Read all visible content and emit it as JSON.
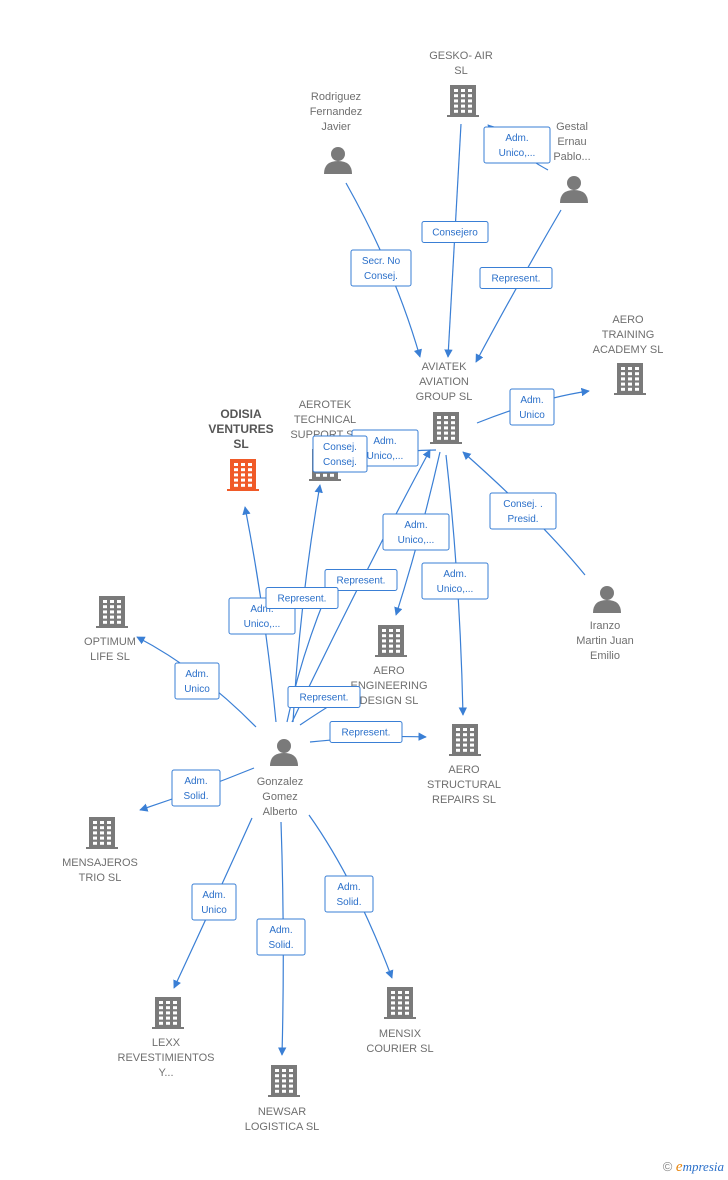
{
  "colors": {
    "edge": "#3a7fd5",
    "edge_text": "#2a6fc9",
    "node": "#7a7a7a",
    "focus_node": "#f05a28",
    "label": "#6f6f6f"
  },
  "nodes": [
    {
      "id": "odisia",
      "type": "company",
      "focus": true,
      "lines": [
        "ODISIA",
        "VENTURES",
        "SL"
      ]
    },
    {
      "id": "aerotek",
      "type": "company",
      "lines": [
        "AEROTEK",
        "TECHNICAL",
        "SUPPORT SL"
      ]
    },
    {
      "id": "gesko",
      "type": "company",
      "lines": [
        "GESKO- AIR",
        "SL"
      ]
    },
    {
      "id": "rodriguez",
      "type": "person",
      "lines": [
        "Rodriguez",
        "Fernandez",
        "Javier"
      ]
    },
    {
      "id": "gestal",
      "type": "person",
      "lines": [
        "Gestal",
        "Ernau",
        "Pablo..."
      ]
    },
    {
      "id": "aviatek",
      "type": "company",
      "lines": [
        "AVIATEK",
        "AVIATION",
        "GROUP SL"
      ]
    },
    {
      "id": "aero_training",
      "type": "company",
      "lines": [
        "AERO",
        "TRAINING",
        "ACADEMY SL"
      ]
    },
    {
      "id": "iranzo",
      "type": "person",
      "lines": [
        "Iranzo",
        "Martin Juan",
        "Emilio"
      ]
    },
    {
      "id": "optimum",
      "type": "company",
      "lines": [
        "OPTIMUM",
        "LIFE SL"
      ]
    },
    {
      "id": "aero_eng",
      "type": "company",
      "lines": [
        "AERO",
        "ENGINEERING",
        "DESIGN SL"
      ]
    },
    {
      "id": "aero_struct",
      "type": "company",
      "lines": [
        "AERO",
        "STRUCTURAL",
        "REPAIRS SL"
      ]
    },
    {
      "id": "gonzalez",
      "type": "person",
      "lines": [
        "Gonzalez",
        "Gomez",
        "Alberto"
      ]
    },
    {
      "id": "mensajeros",
      "type": "company",
      "lines": [
        "MENSAJEROS",
        "TRIO SL"
      ]
    },
    {
      "id": "lexx",
      "type": "company",
      "lines": [
        "LEXX",
        "REVESTIMIENTOS",
        "Y..."
      ]
    },
    {
      "id": "newsar",
      "type": "company",
      "lines": [
        "NEWSAR",
        "LOGISTICA SL"
      ]
    },
    {
      "id": "mensix",
      "type": "company",
      "lines": [
        "MENSIX",
        "COURIER SL"
      ]
    }
  ],
  "edges": [
    {
      "from": "gesko",
      "to": "aviatek",
      "label": [
        "Consejero"
      ]
    },
    {
      "from": "gestal",
      "to": "gesko",
      "label": [
        "Adm.",
        "Unico,..."
      ]
    },
    {
      "from": "rodriguez",
      "to": "aviatek",
      "label": [
        "Secr. No",
        "Consej."
      ]
    },
    {
      "from": "gestal",
      "to": "aviatek",
      "label": [
        "Represent."
      ]
    },
    {
      "from": "aviatek",
      "to": "aero_training",
      "label": [
        "Adm.",
        "Unico"
      ]
    },
    {
      "from": "iranzo",
      "to": "aviatek",
      "label": [
        "Consej. .",
        "Presid."
      ]
    },
    {
      "from": "aviatek",
      "to": "aerotek",
      "label": [
        "Adm.",
        "Unico,..."
      ]
    },
    {
      "from": "aviatek",
      "to": "aero_eng",
      "label": [
        "Adm.",
        "Unico,..."
      ]
    },
    {
      "from": "aviatek",
      "to": "aero_struct",
      "label": [
        "Adm.",
        "Unico,..."
      ]
    },
    {
      "from": "gonzalez",
      "to": "aerotek",
      "label": [
        "Consej.",
        "Consej."
      ]
    },
    {
      "from": "gonzalez",
      "to": "odisia",
      "label": [
        "Adm.",
        "Unico,..."
      ]
    },
    {
      "from": "gonzalez",
      "to": "aviatek",
      "label": [
        "Represent."
      ]
    },
    {
      "from": "gonzalez",
      "to": "aerotek",
      "label": [
        "Represent."
      ]
    },
    {
      "from": "gonzalez",
      "to": "optimum",
      "label": [
        "Adm.",
        "Unico"
      ]
    },
    {
      "from": "gonzalez",
      "to": "aero_eng",
      "label": [
        "Represent."
      ]
    },
    {
      "from": "gonzalez",
      "to": "aero_struct",
      "label": [
        "Represent."
      ]
    },
    {
      "from": "gonzalez",
      "to": "mensajeros",
      "label": [
        "Adm.",
        "Solid."
      ]
    },
    {
      "from": "gonzalez",
      "to": "lexx",
      "label": [
        "Adm.",
        "Unico"
      ]
    },
    {
      "from": "gonzalez",
      "to": "newsar",
      "label": [
        "Adm.",
        "Solid."
      ]
    },
    {
      "from": "gonzalez",
      "to": "mensix",
      "label": [
        "Adm.",
        "Solid."
      ]
    }
  ],
  "branding": {
    "copyright": "©",
    "logo_initial": "e",
    "logo_rest": "mpresia"
  }
}
